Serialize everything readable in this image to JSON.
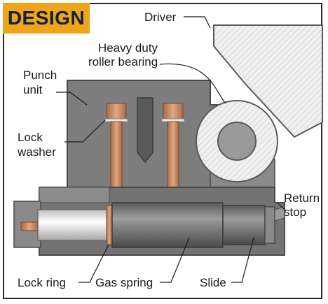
{
  "header": {
    "tag": "DESIGN"
  },
  "labels": {
    "driver": "Driver",
    "bearing_line1": "Heavy duty",
    "bearing_line2": "roller bearing",
    "punch_line1": "Punch",
    "punch_line2": "unit",
    "lock_washer_line1": "Lock",
    "lock_washer_line2": "washer",
    "return_stop_line1": "Return",
    "return_stop_line2": "stop",
    "lock_ring": "Lock ring",
    "gas_spring": "Gas spring",
    "slide": "Slide"
  },
  "colors": {
    "tag_bg": "#f0a419",
    "tag_text": "#0f2040",
    "steel_dark": "#6e6e6e",
    "steel_mid": "#8f8f8f",
    "steel_light": "#bdbdbd",
    "copper": "#c98a62",
    "hatch": "#d8d8d8"
  }
}
